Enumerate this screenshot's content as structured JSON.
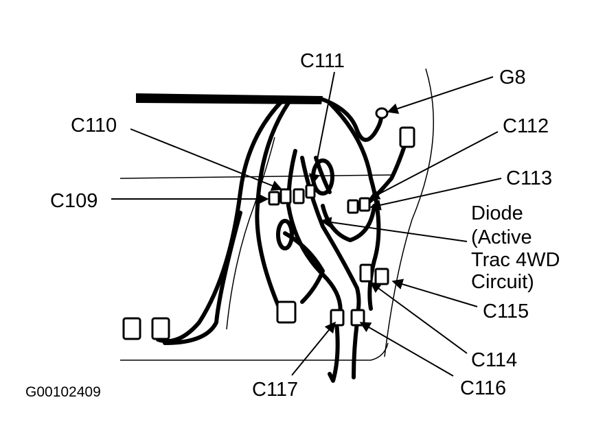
{
  "figure_id": "G00102409",
  "callouts": {
    "c111": "C111",
    "g8": "G8",
    "c110": "C110",
    "c112": "C112",
    "c109": "C109",
    "c113": "C113",
    "diode_line1": "Diode",
    "diode_line2": "(Active",
    "diode_line3": "Trac 4WD",
    "diode_line4": "Circuit)",
    "c115": "C115",
    "c114": "C114",
    "c117": "C117",
    "c116": "C116"
  },
  "colors": {
    "ink": "#000000",
    "background": "#ffffff"
  }
}
